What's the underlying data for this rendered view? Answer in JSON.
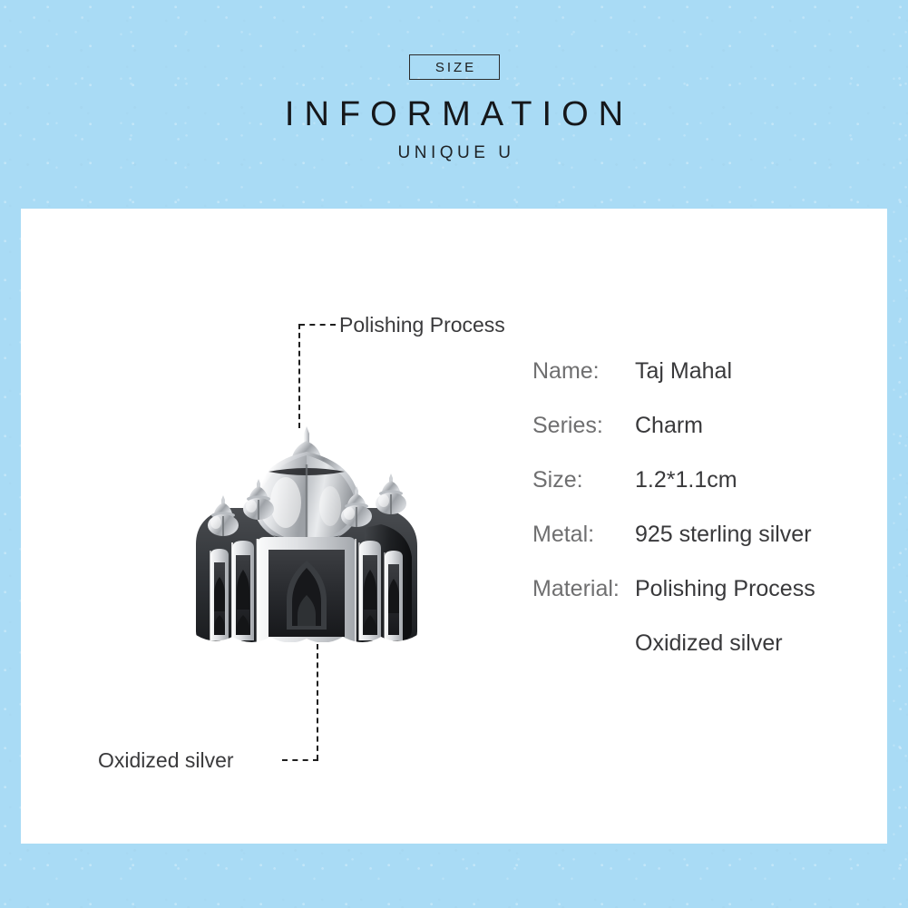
{
  "background": {
    "color": "#a9dbf5",
    "card_color": "#ffffff"
  },
  "header": {
    "badge": "SIZE",
    "title": "INFORMATION",
    "subtitle": "UNIQUE U"
  },
  "specs": [
    {
      "label": "Name:",
      "value": "Taj Mahal"
    },
    {
      "label": "Series:",
      "value": "Charm"
    },
    {
      "label": "Size:",
      "value": "1.2*1.1cm"
    },
    {
      "label": "Metal:",
      "value": "925 sterling silver"
    },
    {
      "label": "Material:",
      "value": "Polishing Process"
    },
    {
      "label": "",
      "value": "Oxidized silver"
    }
  ],
  "callouts": {
    "top": "Polishing Process",
    "bottom": "Oxidized silver"
  },
  "product": {
    "alt": "Taj Mahal sterling silver charm bead",
    "polished_silver": "#d8dade",
    "oxidized_silver": "#2c2e31"
  }
}
